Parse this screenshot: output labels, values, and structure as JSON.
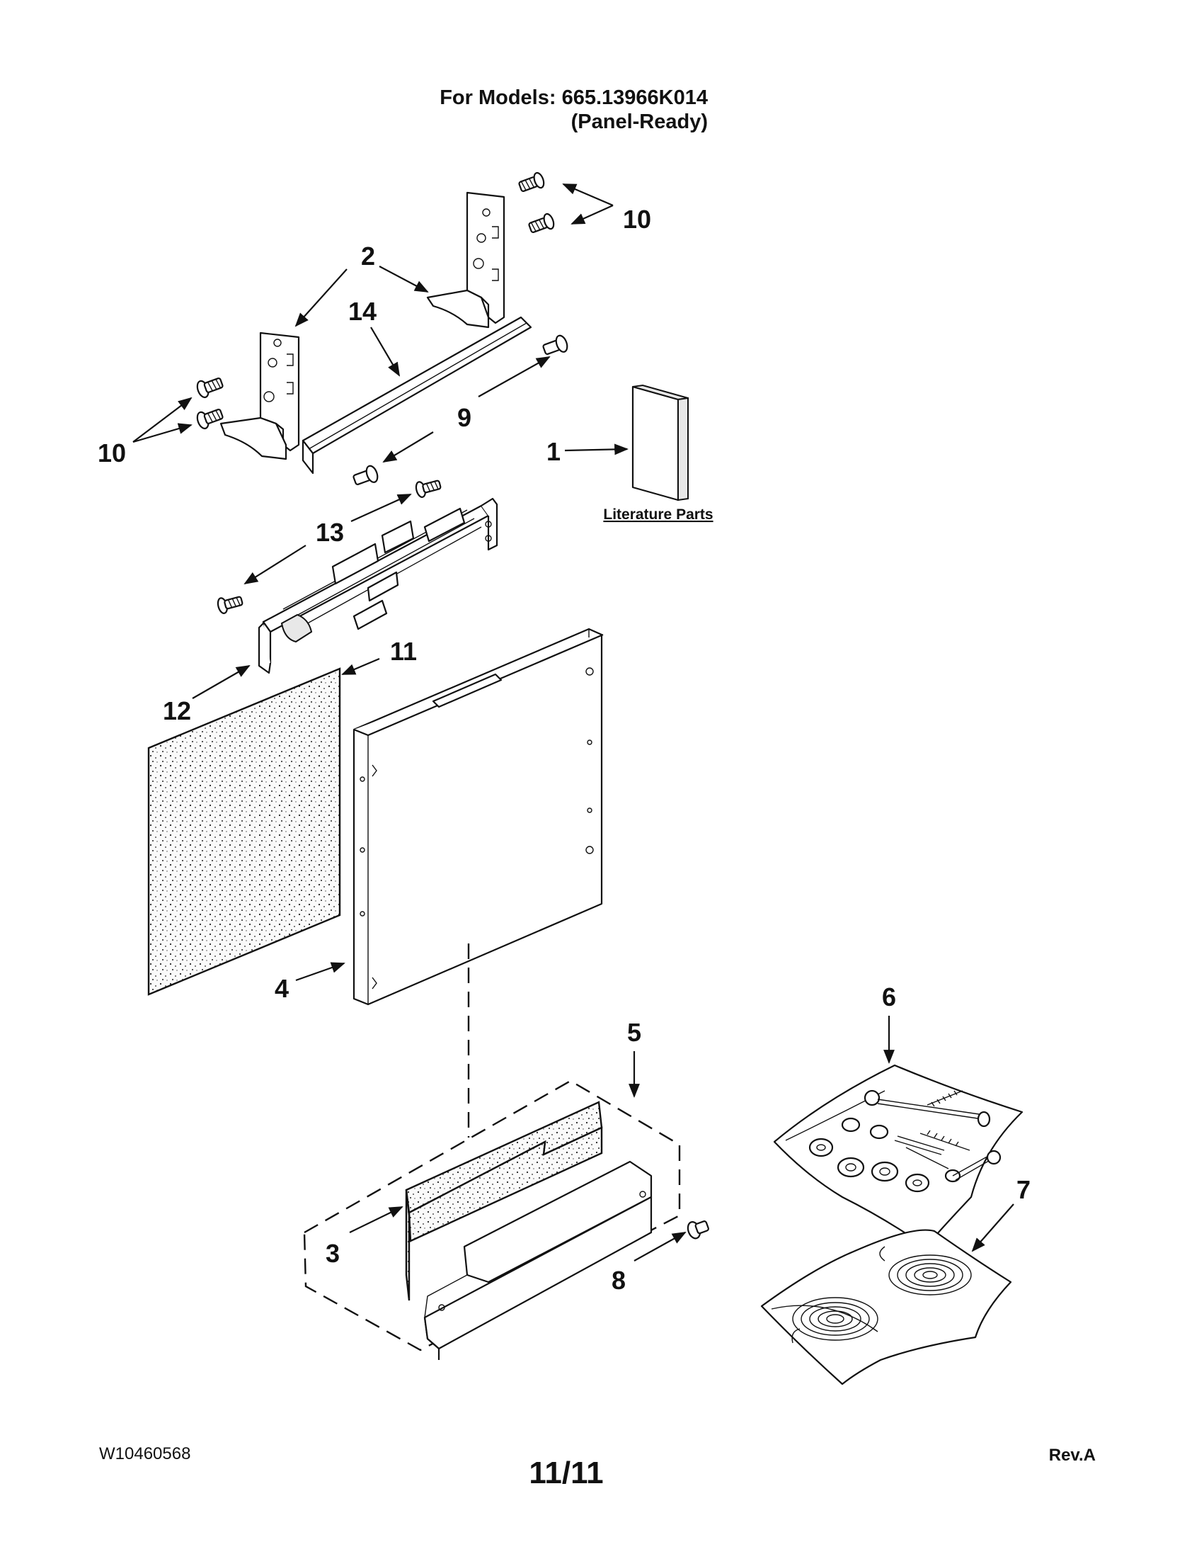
{
  "header": {
    "models_line": "For Models: 665.13966K014",
    "variant_line": "(Panel-Ready)"
  },
  "literature_label": "Literature Parts",
  "callouts": {
    "c1": "1",
    "c2": "2",
    "c3": "3",
    "c4": "4",
    "c5": "5",
    "c6": "6",
    "c7": "7",
    "c8": "8",
    "c9": "9",
    "c10a": "10",
    "c10b": "10",
    "c11": "11",
    "c12": "12",
    "c13": "13",
    "c14": "14"
  },
  "footer": {
    "doc_number": "W10460568",
    "page_number": "11/11",
    "revision": "Rev.A"
  }
}
